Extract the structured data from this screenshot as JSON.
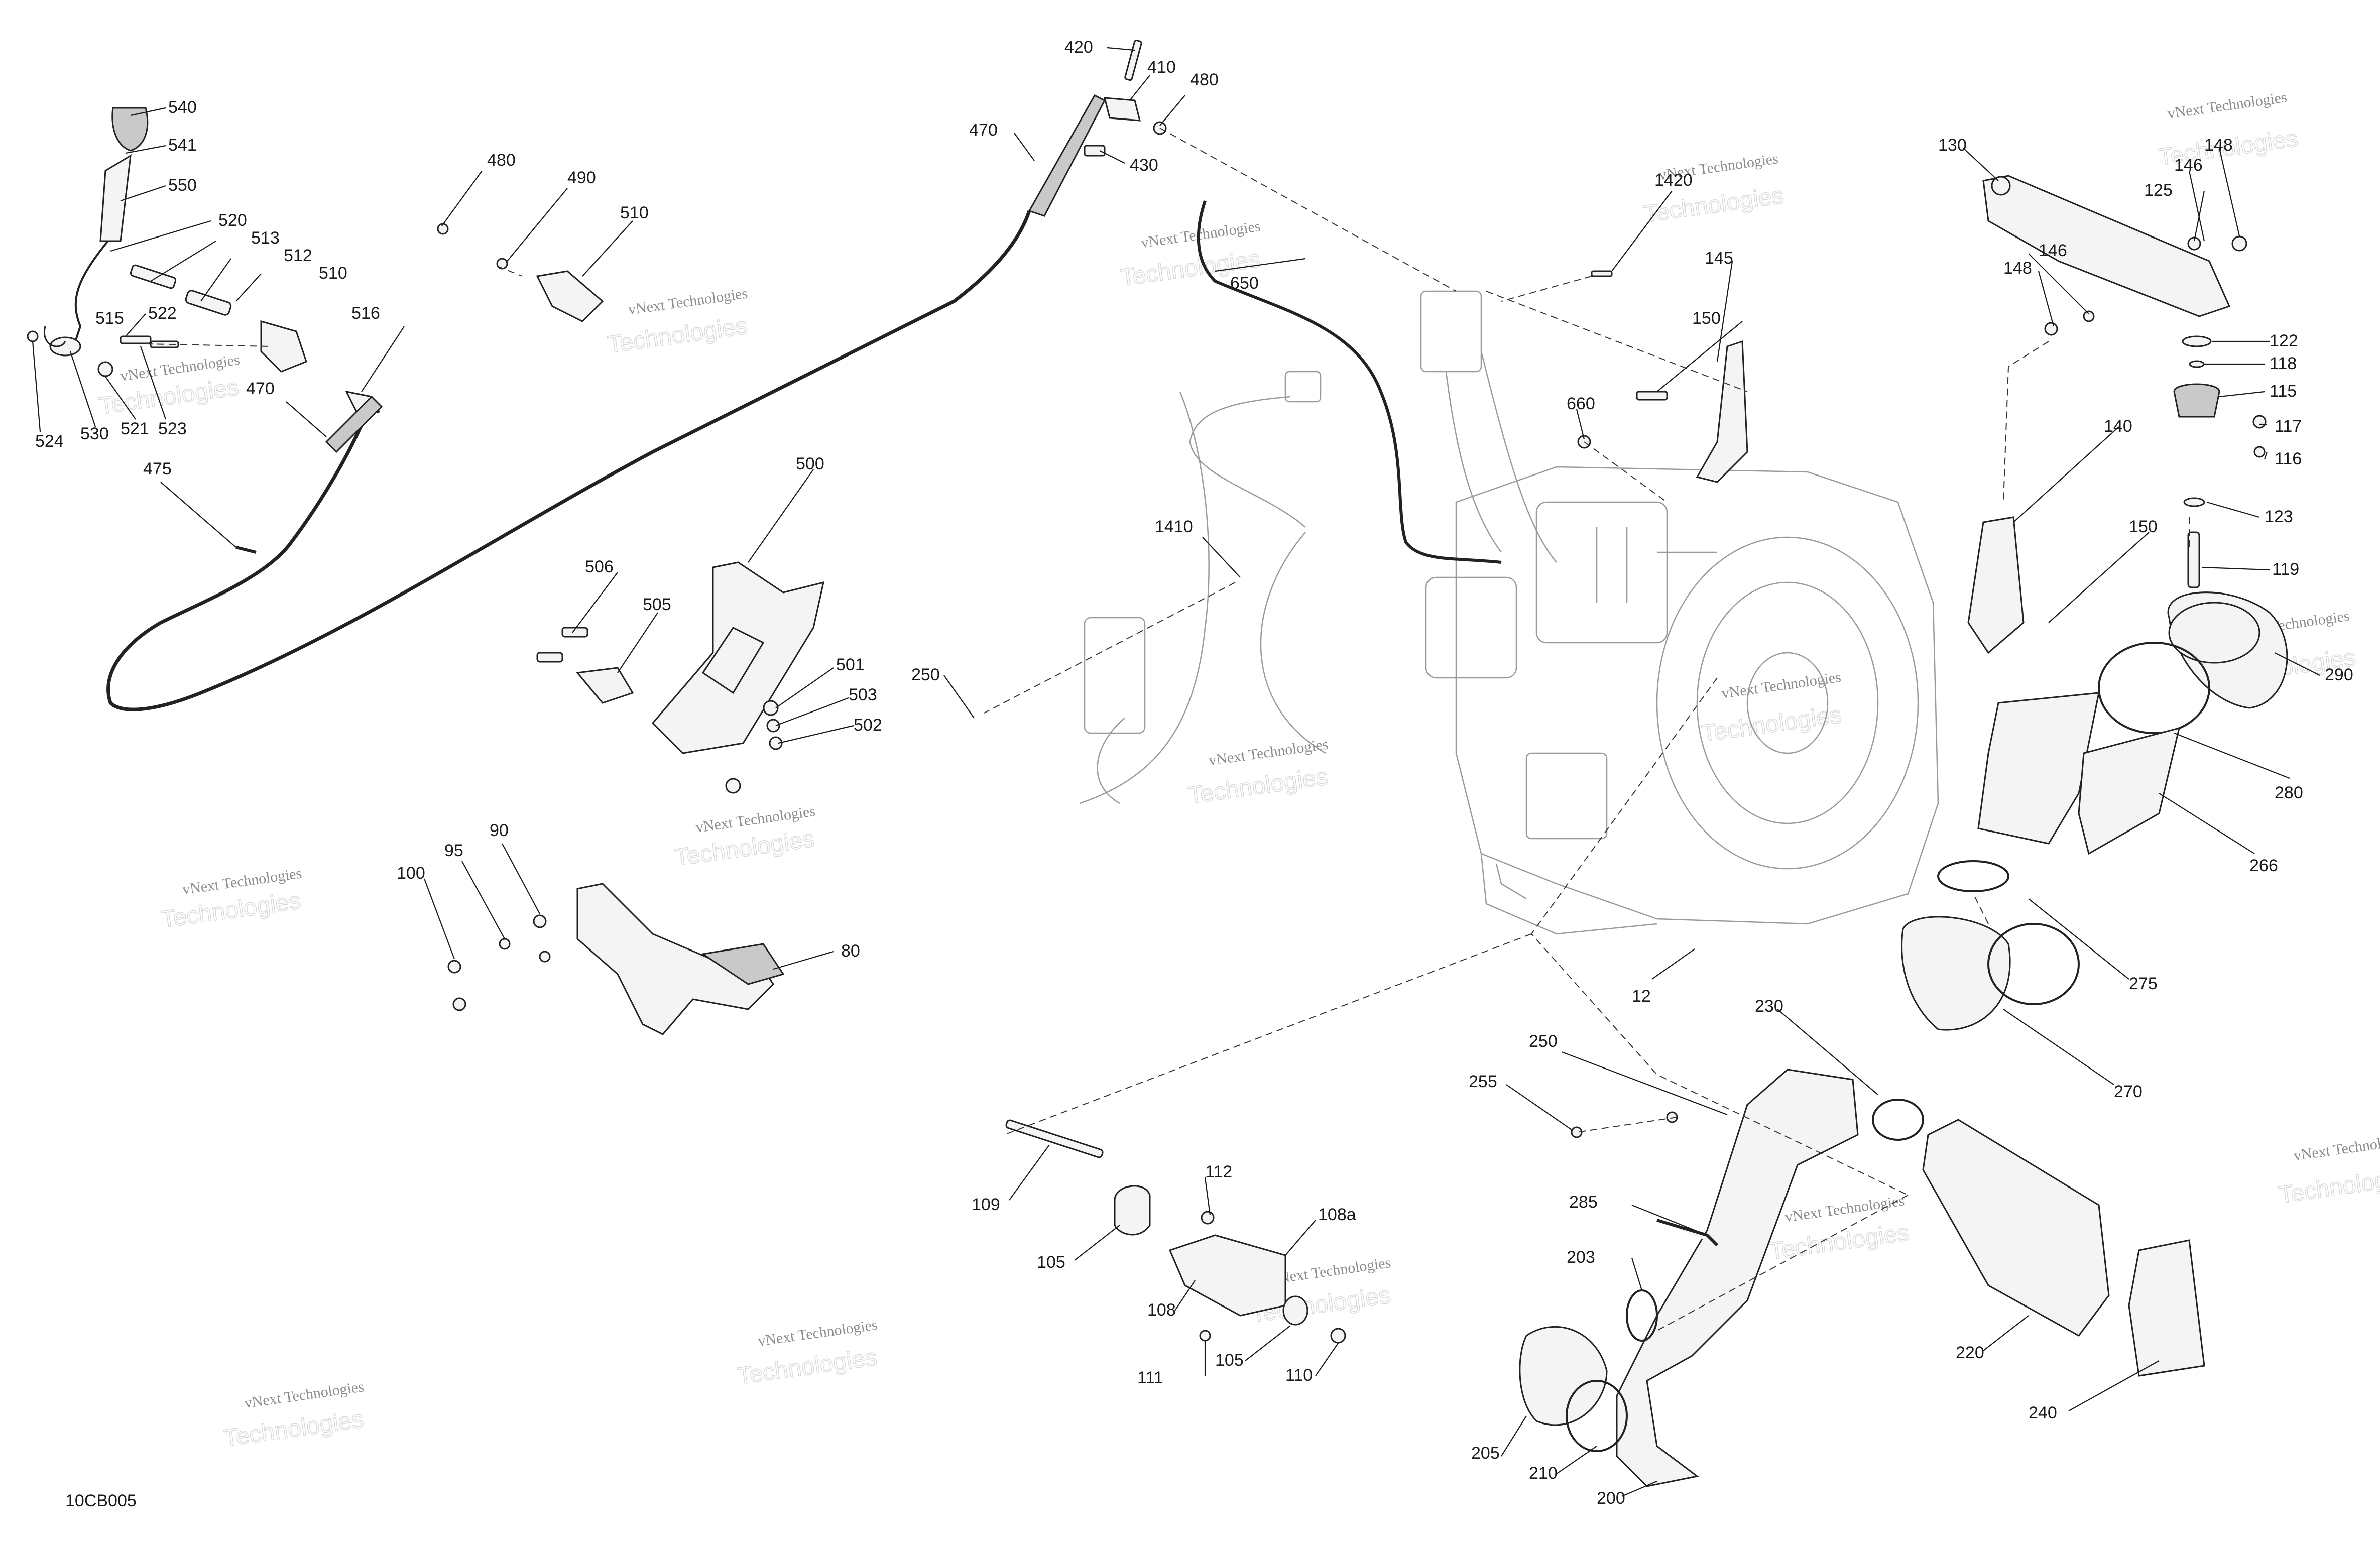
{
  "diagram_ref": "10CB005",
  "watermark": {
    "line1": "vNext Technologies",
    "line2": "vNext",
    "line3": "Technologies"
  },
  "callouts": [
    "540",
    "541",
    "550",
    "520",
    "513",
    "512",
    "510",
    "522",
    "515",
    "524",
    "530",
    "521",
    "523",
    "516",
    "470",
    "475",
    "480",
    "490",
    "510",
    "420",
    "410",
    "480",
    "470",
    "430",
    "650",
    "1420",
    "145",
    "150",
    "660",
    "130",
    "146",
    "148",
    "125",
    "146",
    "148",
    "122",
    "118",
    "115",
    "117",
    "116",
    "140",
    "150",
    "123",
    "119",
    "290",
    "1410",
    "250",
    "500",
    "506",
    "505",
    "501",
    "503",
    "502",
    "280",
    "266",
    "100",
    "95",
    "90",
    "80",
    "275",
    "12",
    "270",
    "230",
    "250",
    "255",
    "109",
    "112",
    "108a",
    "105",
    "108",
    "111",
    "105",
    "110",
    "285",
    "203",
    "220",
    "240",
    "205",
    "210",
    "200"
  ]
}
